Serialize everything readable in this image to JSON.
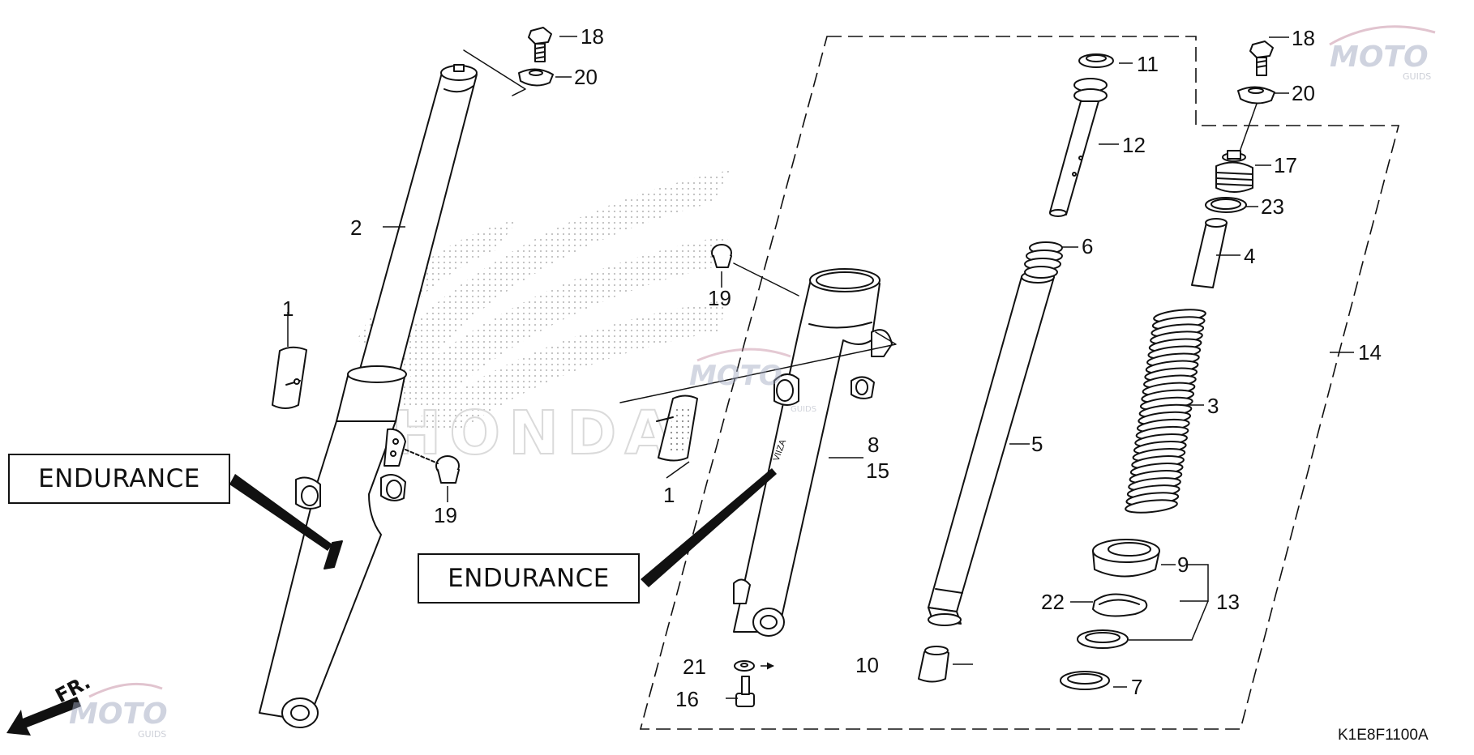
{
  "diagram": {
    "part_code": "K1E8F1100A",
    "endurance_labels": [
      "ENDURANCE",
      "ENDURANCE"
    ],
    "front_marker": "FR.",
    "brand_ghost": "HONDA",
    "watermark": {
      "main": "MOTO",
      "sub": "GUIDS"
    },
    "callouts": {
      "c1a": "1",
      "c1b": "1",
      "c2": "2",
      "c3": "3",
      "c4": "4",
      "c5": "5",
      "c6": "6",
      "c7": "7",
      "c8": "8",
      "c9": "9",
      "c10": "10",
      "c11": "11",
      "c12": "12",
      "c13": "13",
      "c14": "14",
      "c15": "15",
      "c16": "16",
      "c17": "17",
      "c18a": "18",
      "c18b": "18",
      "c19a": "19",
      "c19b": "19",
      "c20a": "20",
      "c20b": "20",
      "c21": "21",
      "c22": "22",
      "c23": "23"
    }
  }
}
